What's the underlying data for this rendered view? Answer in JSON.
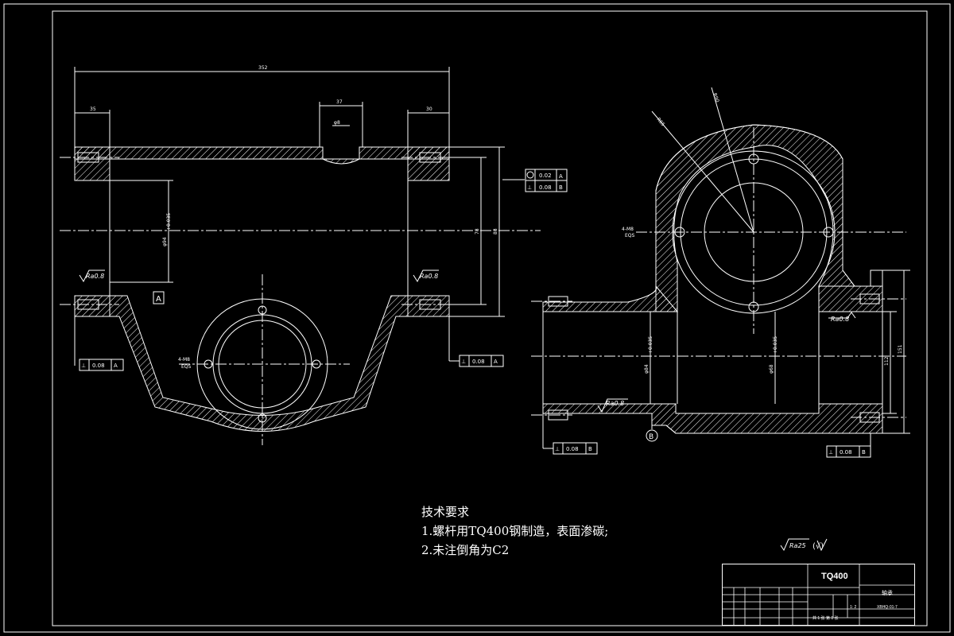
{
  "dimensions": {
    "overall_width": "352",
    "left_flange": "35",
    "right_flange": "30",
    "top_slot": "37",
    "slot_dia": "φ8",
    "bore_dia": "φ94",
    "bore_tol": "+0.035",
    "inner_h": "78",
    "outer_h": "83",
    "right_dia": "φ84",
    "right_tol": "+0.035",
    "bore_dia_small": "φ68",
    "small_tol": "+0.035",
    "radius_outer": "R90",
    "radius_inner": "R65",
    "right_span": "112",
    "height_total": "151",
    "thread_label_left": "4-M8",
    "thread_label_left2": "EQS",
    "thread_label_mid": "4-M8",
    "thread_label_mid2": "EQS"
  },
  "tolerances": {
    "circularity": "0.02",
    "circ_datum": "A",
    "perp_top": "0.08",
    "perp_top_datum": "B",
    "perp_left": "0.08",
    "perp_left_datum": "A",
    "perp_mid": "0.08",
    "perp_mid_datum": "A",
    "perp_bottom": "0.08",
    "perp_bottom_datum": "B",
    "perp_right": "0.08",
    "perp_right_datum": "B"
  },
  "datums": {
    "a": "A",
    "b": "B"
  },
  "roughness": {
    "left": "Ra0.8",
    "mid": "Ra0.8",
    "right": "Ra0.8",
    "bottom": "Ra0.8",
    "general": "Ra25",
    "general_note": "(√)"
  },
  "notes": {
    "title": "技术要求",
    "line1": "1.螺杆用TQ400钢制造，表面渗碳;",
    "line2": "2.未注倒角为C2"
  },
  "title_block": {
    "material": "TQ400",
    "part_name": "轴承",
    "drawing_no": "XBHQ-01-7",
    "scale": "1: 2",
    "sheet": "共 1 张 第 1 张"
  }
}
